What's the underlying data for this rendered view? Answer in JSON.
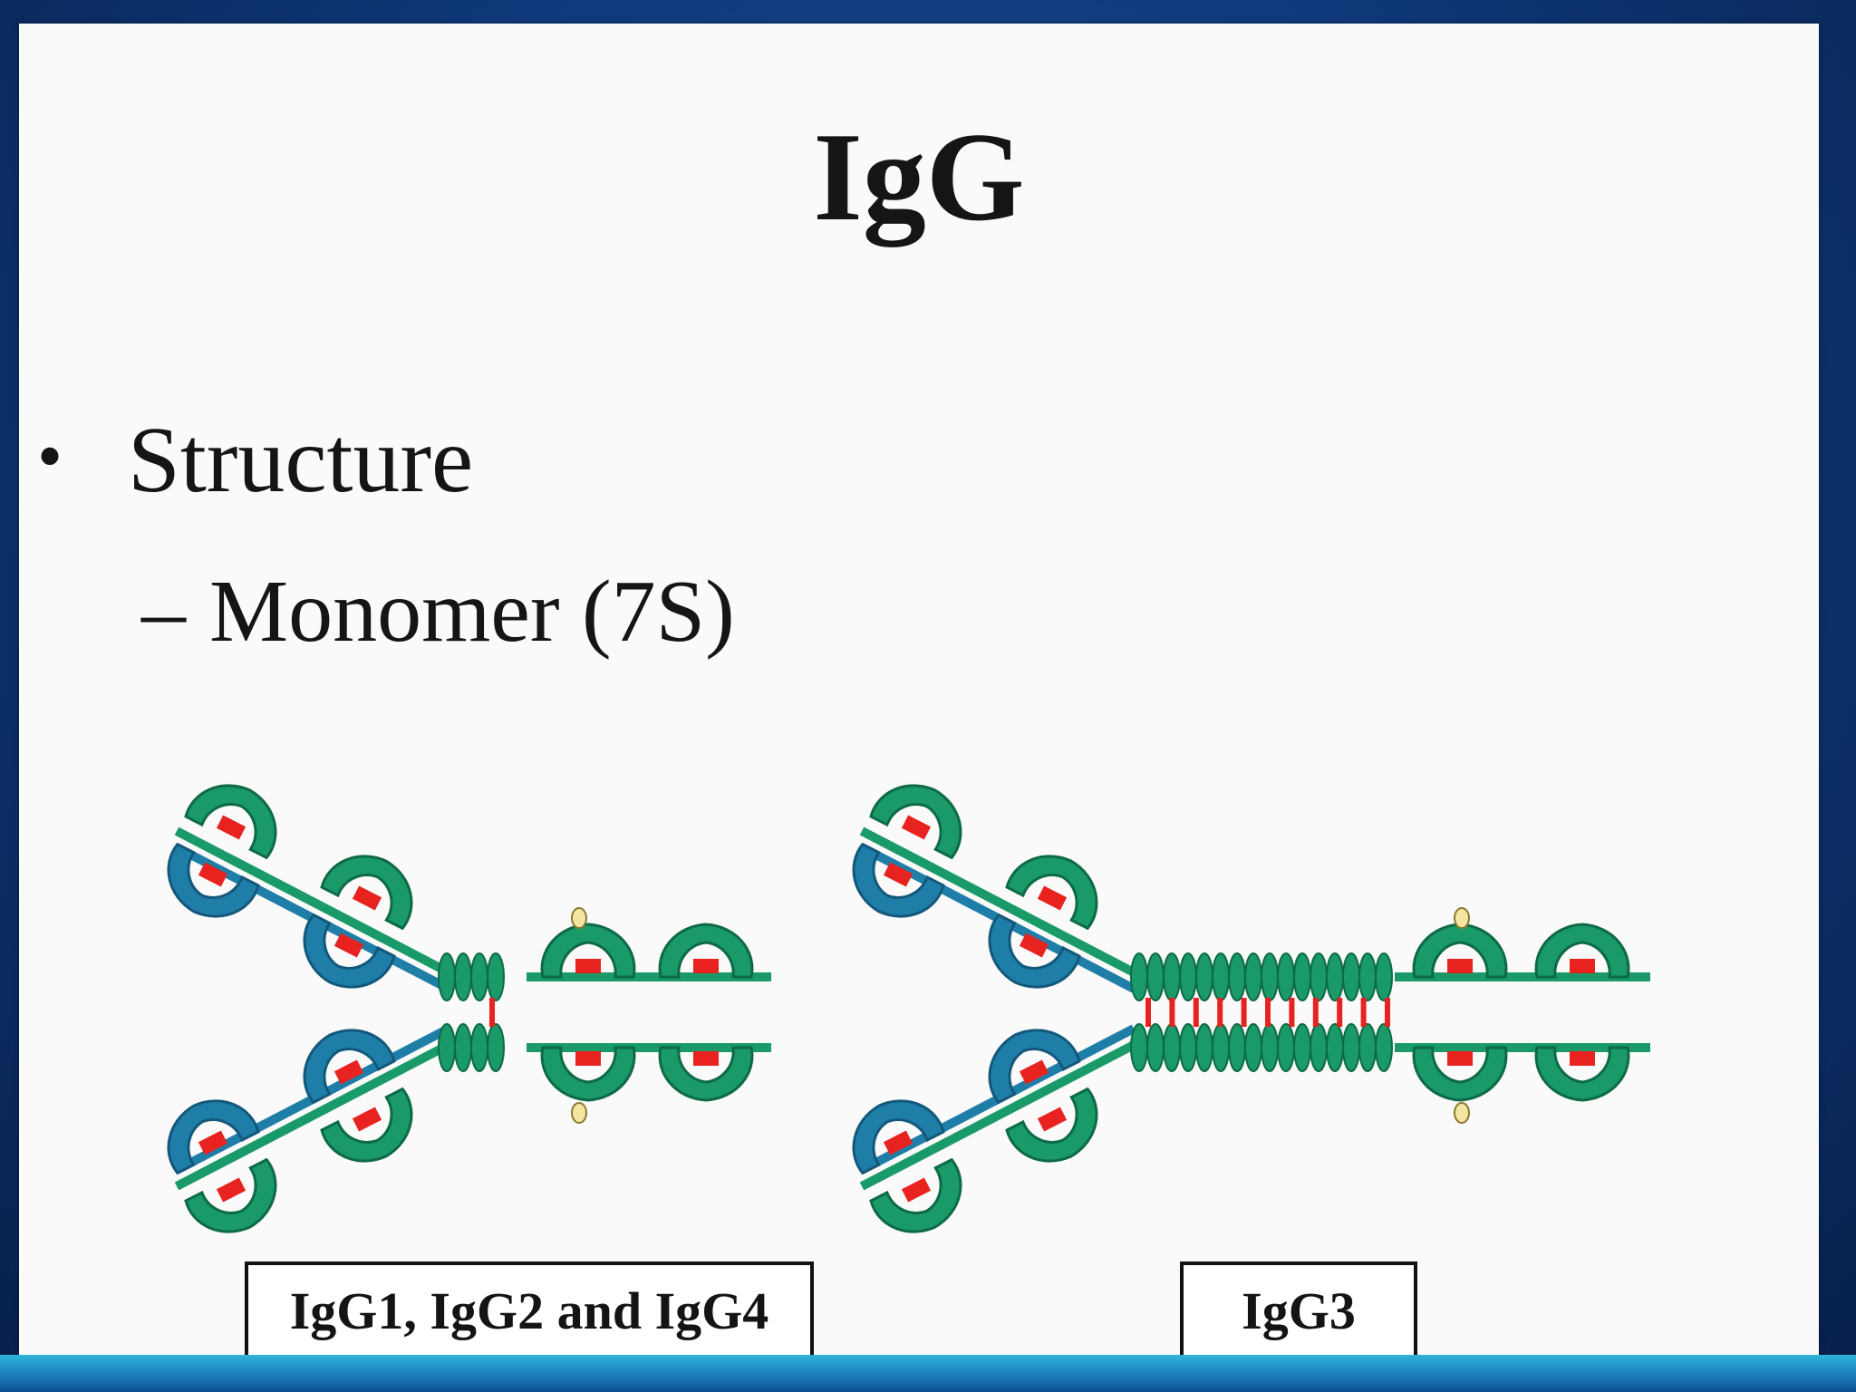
{
  "slide": {
    "title": "IgG",
    "bullet_symbol": "•",
    "bullet_text": "Structure",
    "sub_dash": "–",
    "sub_text": "Monomer (7S)"
  },
  "diagrams": [
    {
      "label": "IgG1, IgG2 and IgG4",
      "hinge_disulfide_bonds": 1
    },
    {
      "label": "IgG3",
      "hinge_disulfide_bonds": 11
    }
  ],
  "colors": {
    "heavy_chain_domain": "#1a9a68",
    "light_chain_domain": "#1f7ea8",
    "disulfide_bond": "#e8221e",
    "carbohydrate": "#f2e6a0",
    "slide_background": "#fafafa",
    "frame_background": "#0f3a7c"
  }
}
